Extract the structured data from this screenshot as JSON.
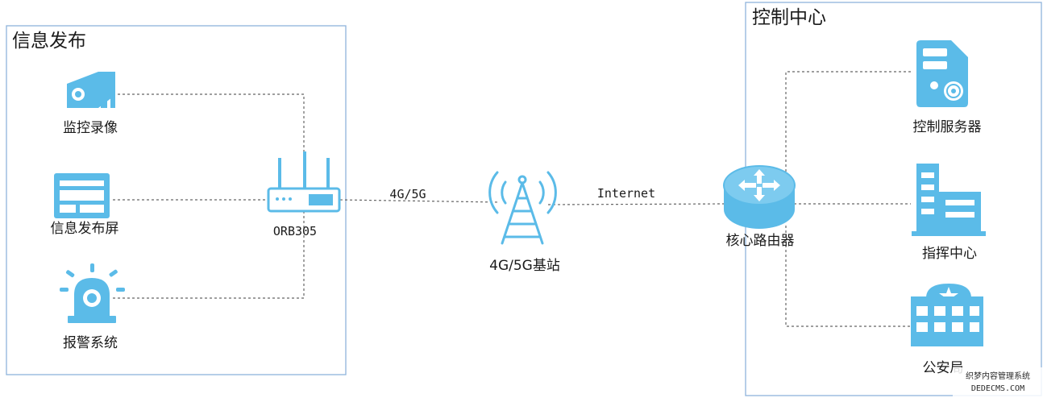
{
  "colors": {
    "icon": "#5bbbe8",
    "box_border": "#8fb4dc",
    "connector": "#666666"
  },
  "groups": {
    "info_publish": {
      "title": "信息发布"
    },
    "control_center": {
      "title": "控制中心"
    }
  },
  "nodes": {
    "surveillance": {
      "label": "监控录像",
      "icon": "cctv-camera-icon"
    },
    "info_screen": {
      "label": "信息发布屏",
      "icon": "display-screen-icon"
    },
    "alarm": {
      "label": "报警系统",
      "icon": "alarm-light-icon"
    },
    "orb305": {
      "label": "ORB305",
      "icon": "wireless-router-icon"
    },
    "base_station": {
      "label": "4G/5G基站",
      "icon": "cell-tower-icon"
    },
    "core_router": {
      "label": "核心路由器",
      "icon": "core-router-icon"
    },
    "control_server": {
      "label": "控制服务器",
      "icon": "server-icon"
    },
    "command_center": {
      "label": "指挥中心",
      "icon": "office-building-icon"
    },
    "police_bureau": {
      "label": "公安局",
      "icon": "police-building-icon"
    }
  },
  "links": {
    "router_to_tower": "4G/5G",
    "tower_to_core": "Internet"
  },
  "watermark": {
    "line1": "织梦内容管理系统",
    "line2": "DEDECMS.COM"
  }
}
